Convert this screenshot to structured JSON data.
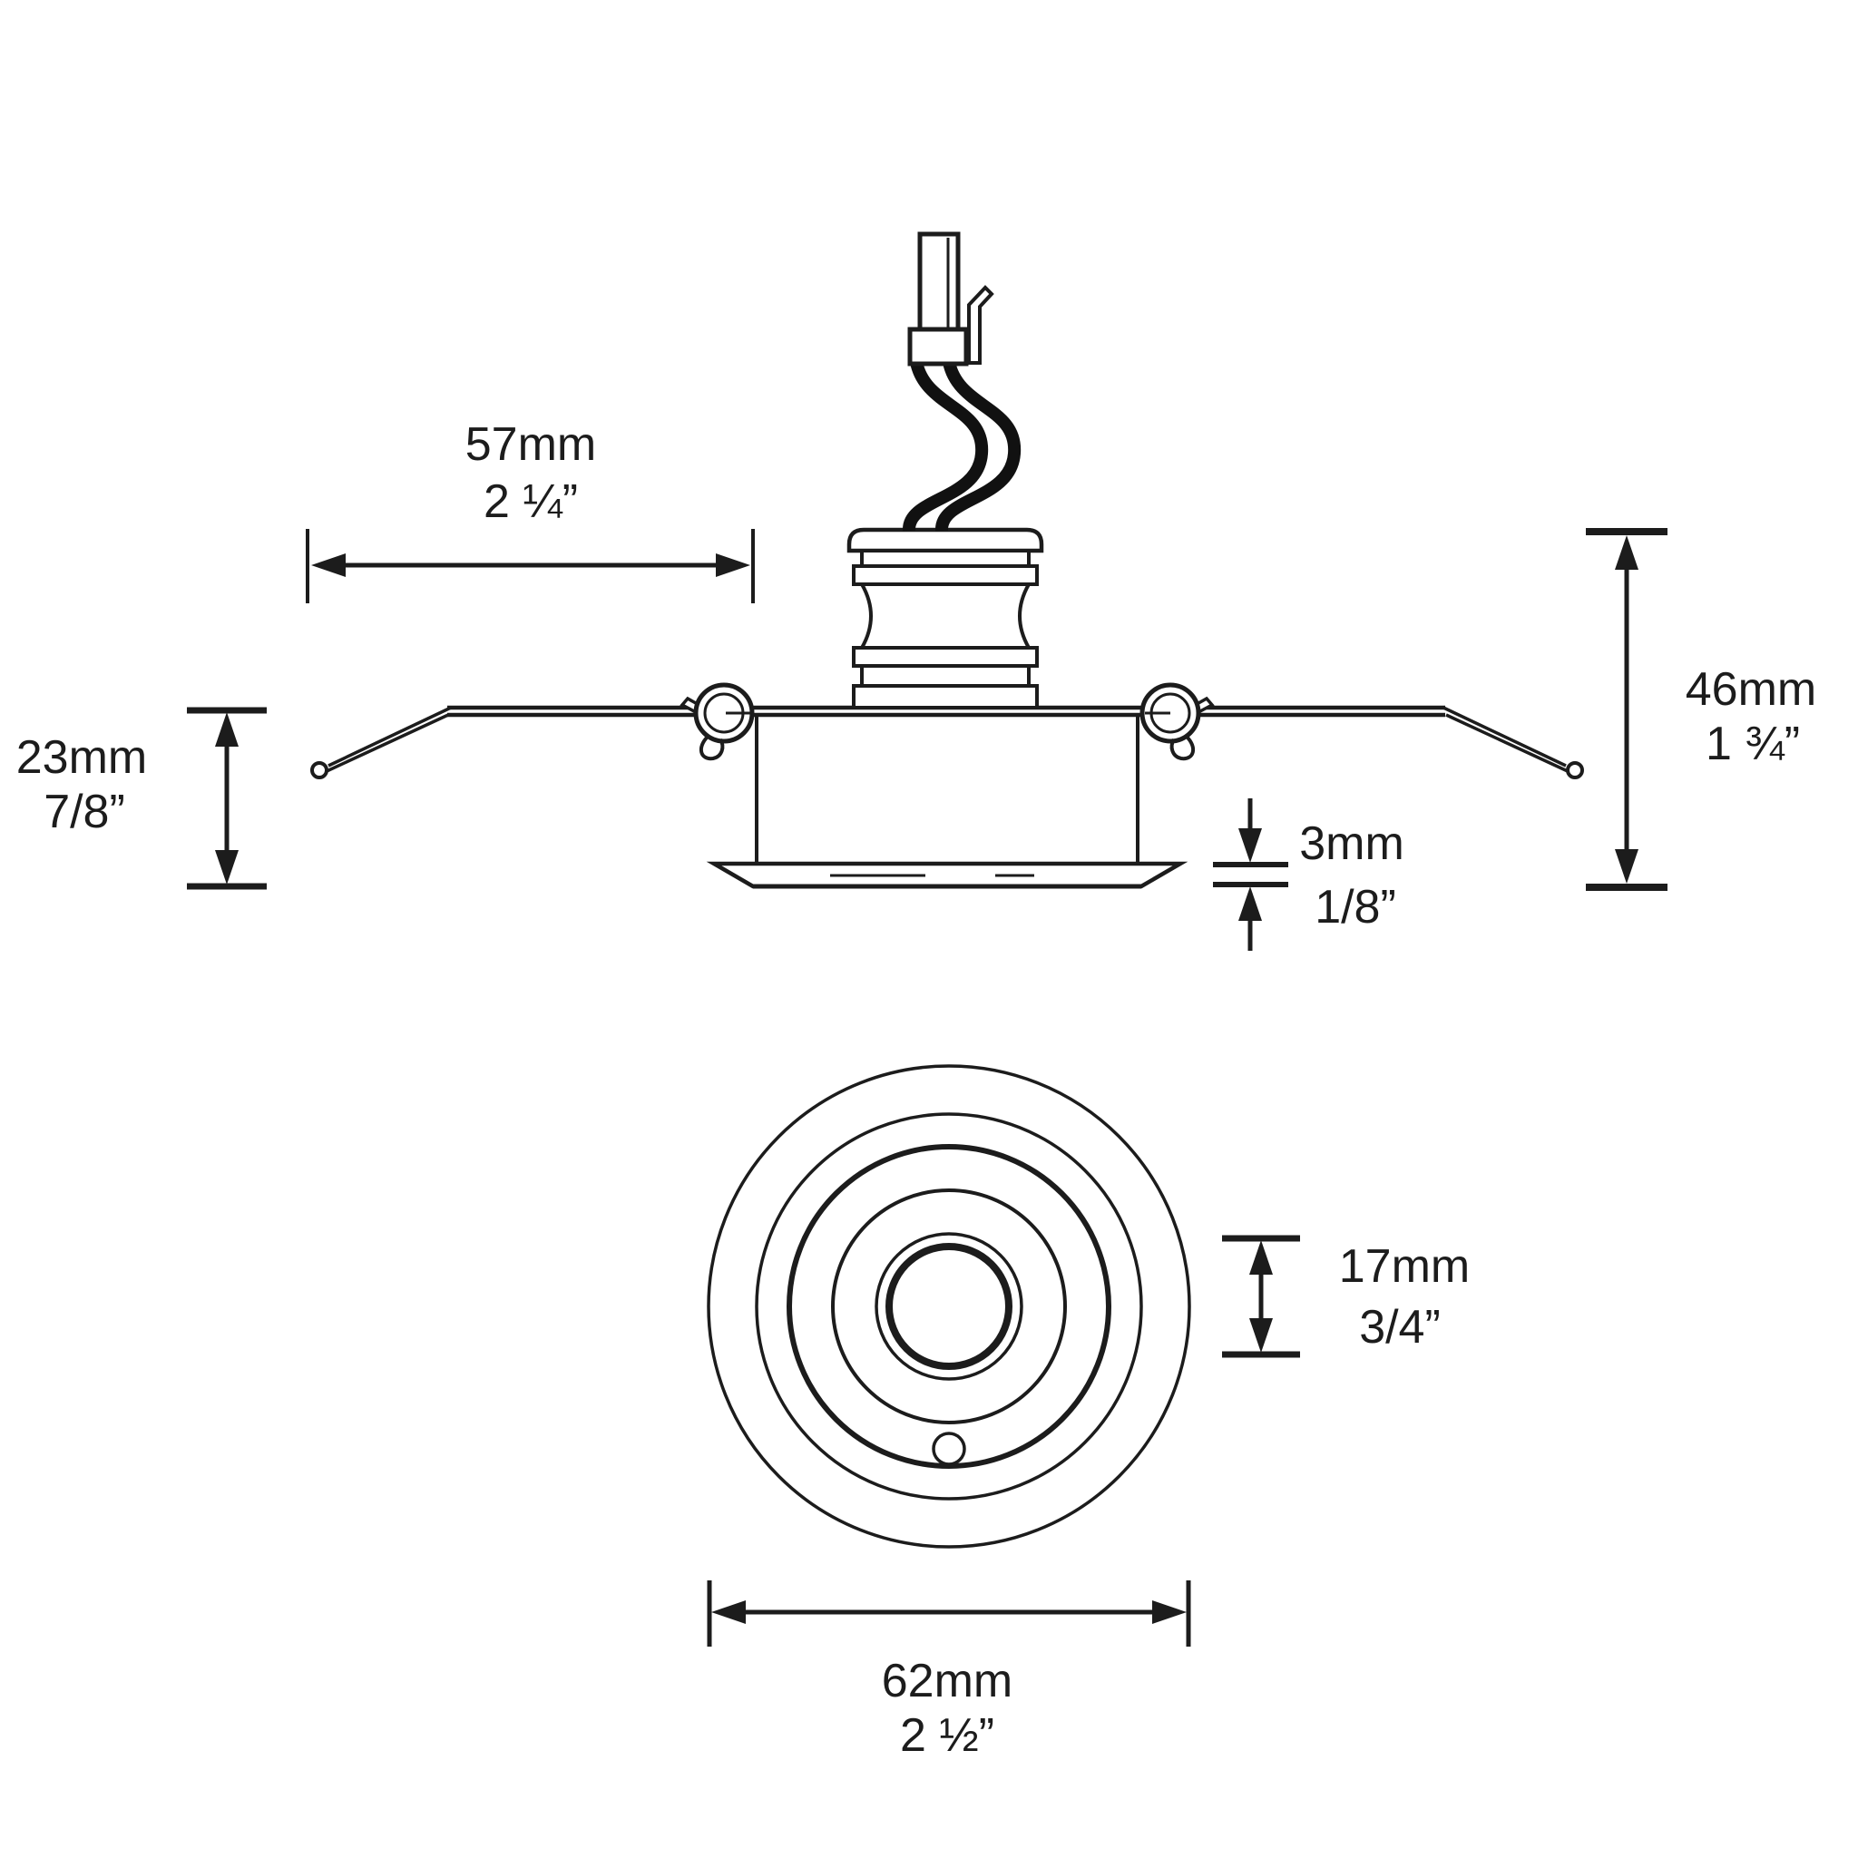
{
  "dimensions": {
    "body_width_57": {
      "mm": "57mm",
      "inches": "2 ¼”"
    },
    "recess_depth_23": {
      "mm": "23mm",
      "inches": "7/8”"
    },
    "height_46": {
      "mm": "46mm",
      "inches": "1 ¾”"
    },
    "flange_3": {
      "mm": "3mm",
      "inches": "1/8”"
    },
    "lens_17": {
      "mm": "17mm",
      "inches": "3/4”"
    },
    "diameter_62": {
      "mm": "62mm",
      "inches": "2 ½”"
    }
  },
  "colors": {
    "line": "#1c1c1c",
    "background": "#ffffff"
  }
}
